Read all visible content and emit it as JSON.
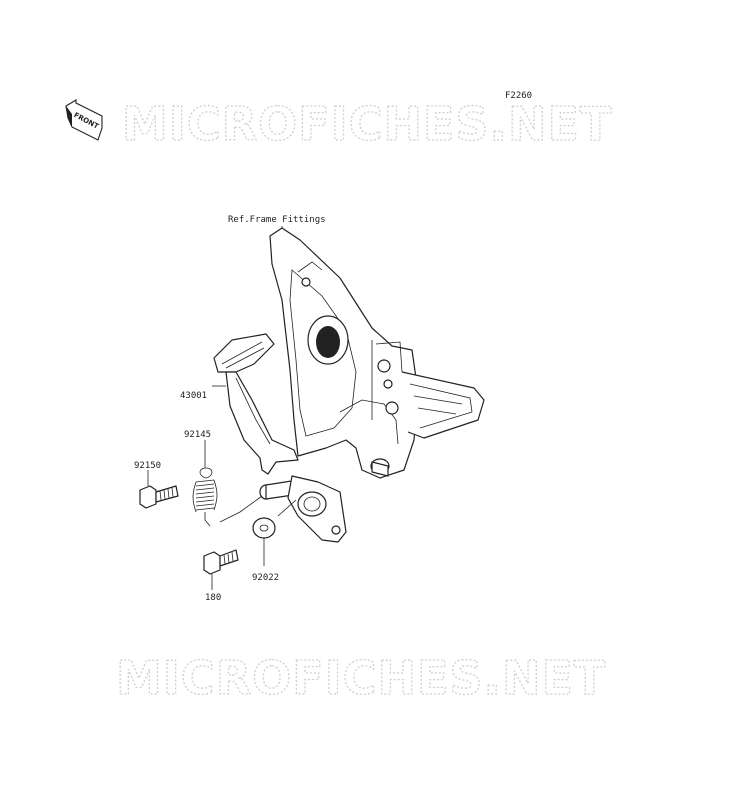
{
  "figure_code": "F2260",
  "front_label": "FRONT",
  "watermark_text": "MICROFICHES.NET",
  "callouts": {
    "ref_frame": "Ref.Frame Fittings",
    "p43001": "43001",
    "p92145": "92145",
    "p92150": "92150",
    "p92022": "92022",
    "p180": "180"
  }
}
